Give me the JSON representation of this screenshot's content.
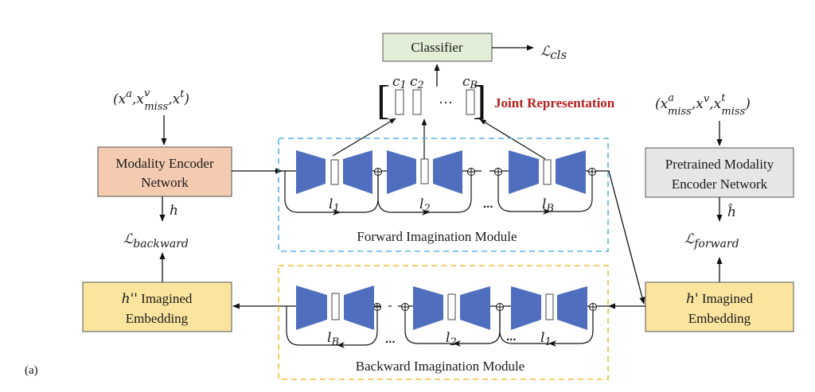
{
  "figure_label": "(a)",
  "colors": {
    "encoder_fill": "#f4cbb0",
    "pretrained_fill": "#e6e6e6",
    "classifier_fill": "#e3eed8",
    "imagined_fill": "#fbe59e",
    "autoencoder_blue": "#4f6fbe",
    "forward_border": "#5ab4e6",
    "backward_border": "#f2bd3c",
    "joint_red": "#b3211e"
  },
  "left_input": {
    "open": "(",
    "x": "x",
    "a": "a",
    "v": "v",
    "miss": "miss",
    "t": "t",
    "close": ")"
  },
  "right_input": {
    "open": "(",
    "x": "x",
    "a": "a",
    "v": "v",
    "miss": "miss",
    "t": "t",
    "close": ")"
  },
  "boxes": {
    "encoder": {
      "line1": "Modality Encoder",
      "line2": "Network"
    },
    "pretrained": {
      "line1": "Pretrained Modality",
      "line2": "Encoder Network"
    },
    "classifier": {
      "label": "Classifier"
    },
    "h_double_prime": {
      "var": "h''",
      "line1": " Imagined",
      "line2": "Embedding"
    },
    "h_prime": {
      "var": "h'",
      "line1": " Imagined",
      "line2": "Embedding"
    }
  },
  "losses": {
    "cls": {
      "L": "ℒ",
      "sub": "cls"
    },
    "backward": {
      "L": "ℒ",
      "sub": "backward"
    },
    "forward": {
      "L": "ℒ",
      "sub": "forward"
    }
  },
  "symbols": {
    "h": "h",
    "h_hat": "ĥ",
    "ellipsis": "···",
    "dots": "...",
    "bracket_open": "[",
    "bracket_close": "]"
  },
  "joint_representation": {
    "label": "Joint Representation",
    "slots": [
      {
        "c": "c",
        "sub": "1"
      },
      {
        "c": "c",
        "sub": "2"
      },
      {
        "c": "c",
        "sub": "B"
      }
    ]
  },
  "forward_module": {
    "title": "Forward Imagination  Module",
    "blocks": [
      {
        "l": "l",
        "sub": "1"
      },
      {
        "l": "l",
        "sub": "2"
      },
      {
        "l": "l",
        "sub": "B"
      }
    ]
  },
  "backward_module": {
    "title": "Backward Imagination Module",
    "blocks": [
      {
        "l": "l",
        "sub": "B"
      },
      {
        "l": "l",
        "sub": "2"
      },
      {
        "l": "l",
        "sub": "1"
      }
    ]
  }
}
